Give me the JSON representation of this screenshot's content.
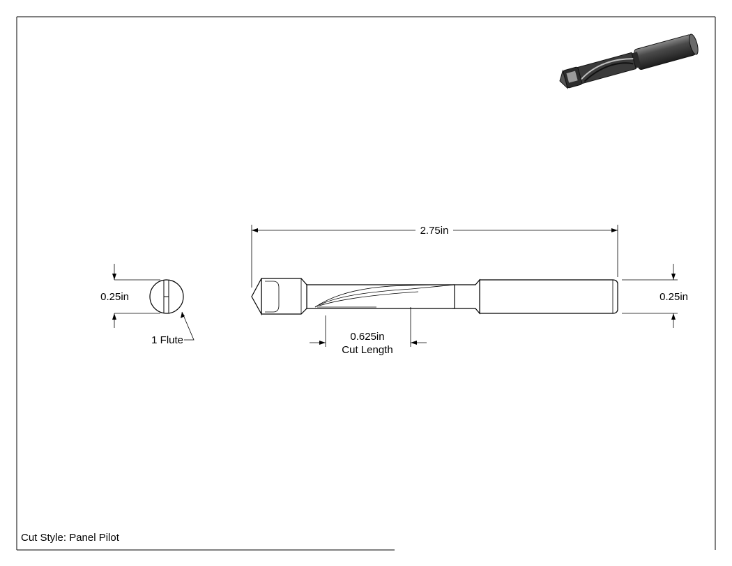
{
  "dimensions": {
    "overall_length": "2.75in",
    "shank_diameter": "0.25in",
    "end_view_diameter": "0.25in",
    "cut_length_value": "0.625in",
    "cut_length_label": "Cut Length",
    "flutes": "1 Flute"
  },
  "footer": {
    "cut_style": "Cut Style: Panel Pilot"
  },
  "colors": {
    "line": "#000000",
    "background": "#ffffff",
    "render_dark": "#3a3a3a"
  }
}
